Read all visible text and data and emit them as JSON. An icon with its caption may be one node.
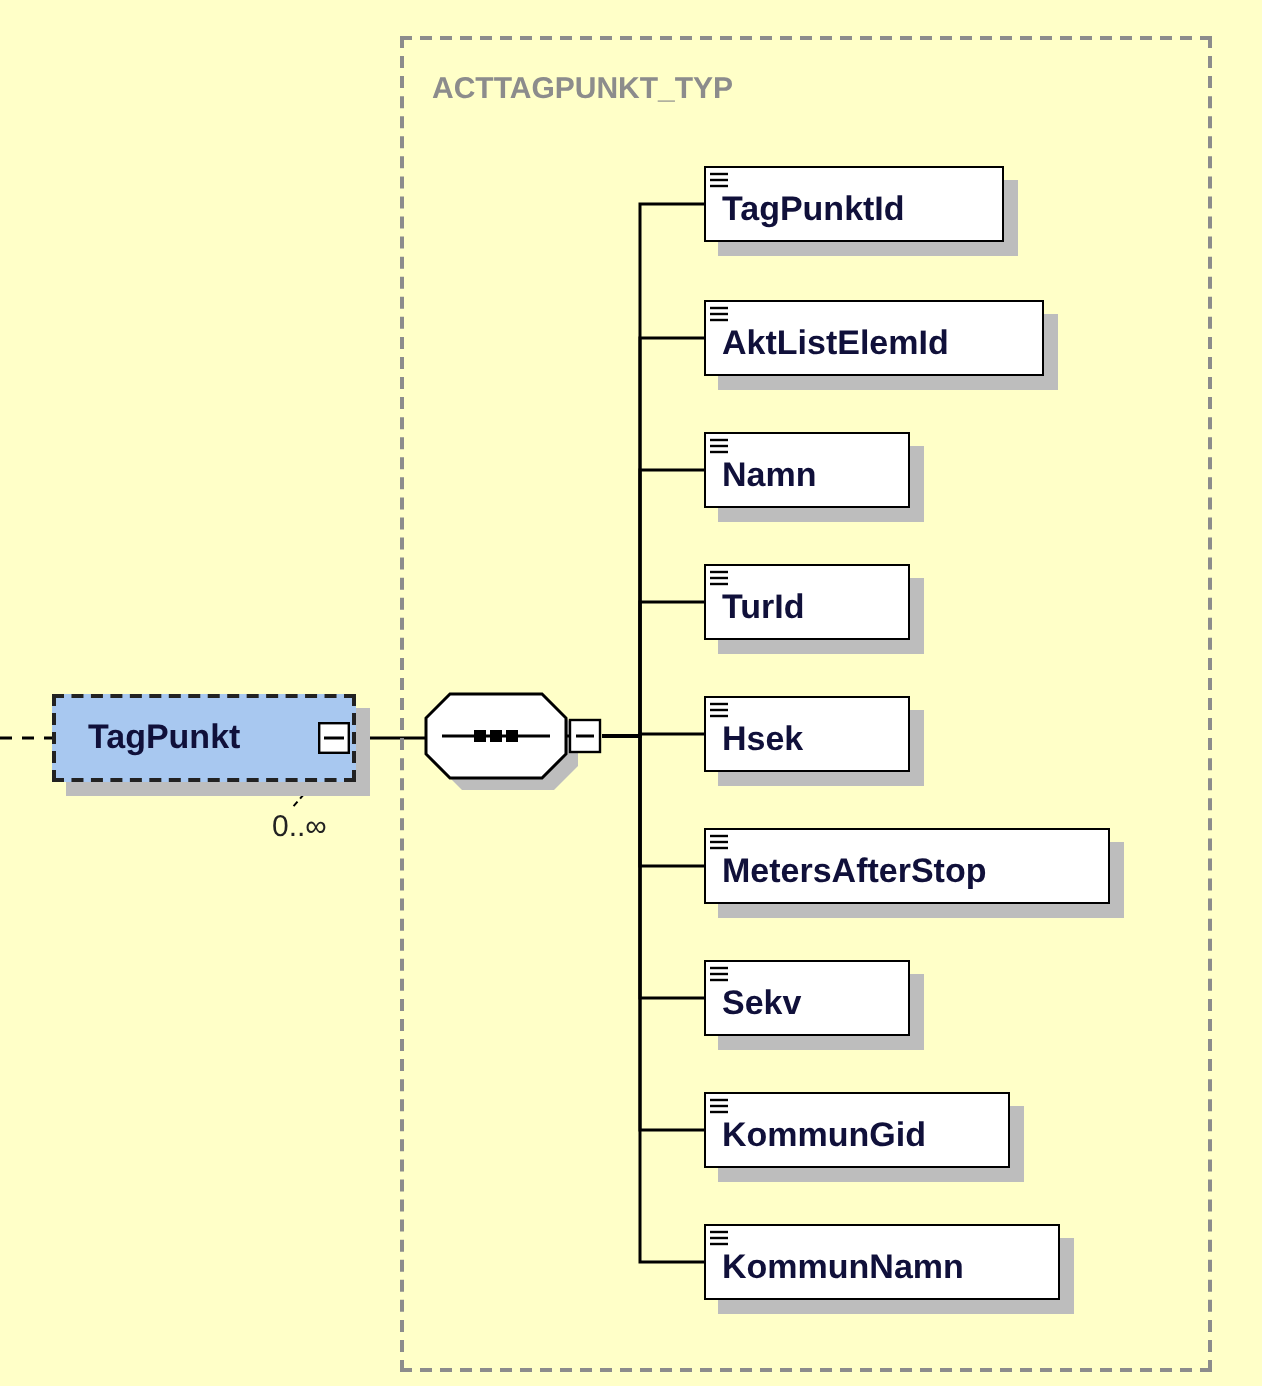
{
  "diagram": {
    "nodes": [
      {
        "text": [
          "ACTTAGPUNKT_TYP"
        ]
      },
      {
        "text": [
          "TagPunkt"
        ],
        "beside": [
          "0..∞"
        ]
      },
      {
        "text": [],
        "shape": "octagon",
        "in": 0
      },
      {
        "text": [
          "TagPunktId"
        ],
        "in": 0
      },
      {
        "text": [
          "AktListElemId"
        ],
        "in": 0
      },
      {
        "text": [
          "Namn"
        ],
        "in": 0
      },
      {
        "text": [
          "TurId"
        ],
        "in": 0
      },
      {
        "text": [
          "Hsek"
        ],
        "in": 0
      },
      {
        "text": [
          "MetersAfterStop"
        ],
        "in": 0
      },
      {
        "text": [
          "Sekv"
        ],
        "in": 0
      },
      {
        "text": [
          "KommunGid"
        ],
        "in": 0
      },
      {
        "text": [
          "KommunNamn"
        ],
        "in": 0
      }
    ],
    "edges": [
      {
        "from": null,
        "to": 1,
        "arrow": "none",
        "style": "dashed"
      },
      {
        "from": 1,
        "to": 2,
        "arrow": "none"
      },
      {
        "from": 2,
        "to": 3,
        "arrow": "none"
      },
      {
        "from": 2,
        "to": 4,
        "arrow": "none"
      },
      {
        "from": 2,
        "to": 5,
        "arrow": "none"
      },
      {
        "from": 2,
        "to": 6,
        "arrow": "none"
      },
      {
        "from": 2,
        "to": 7,
        "arrow": "none"
      },
      {
        "from": 2,
        "to": 8,
        "arrow": "none"
      },
      {
        "from": 2,
        "to": 9,
        "arrow": "none"
      },
      {
        "from": 2,
        "to": 10,
        "arrow": "none"
      },
      {
        "from": 2,
        "to": 11,
        "arrow": "none"
      }
    ]
  }
}
